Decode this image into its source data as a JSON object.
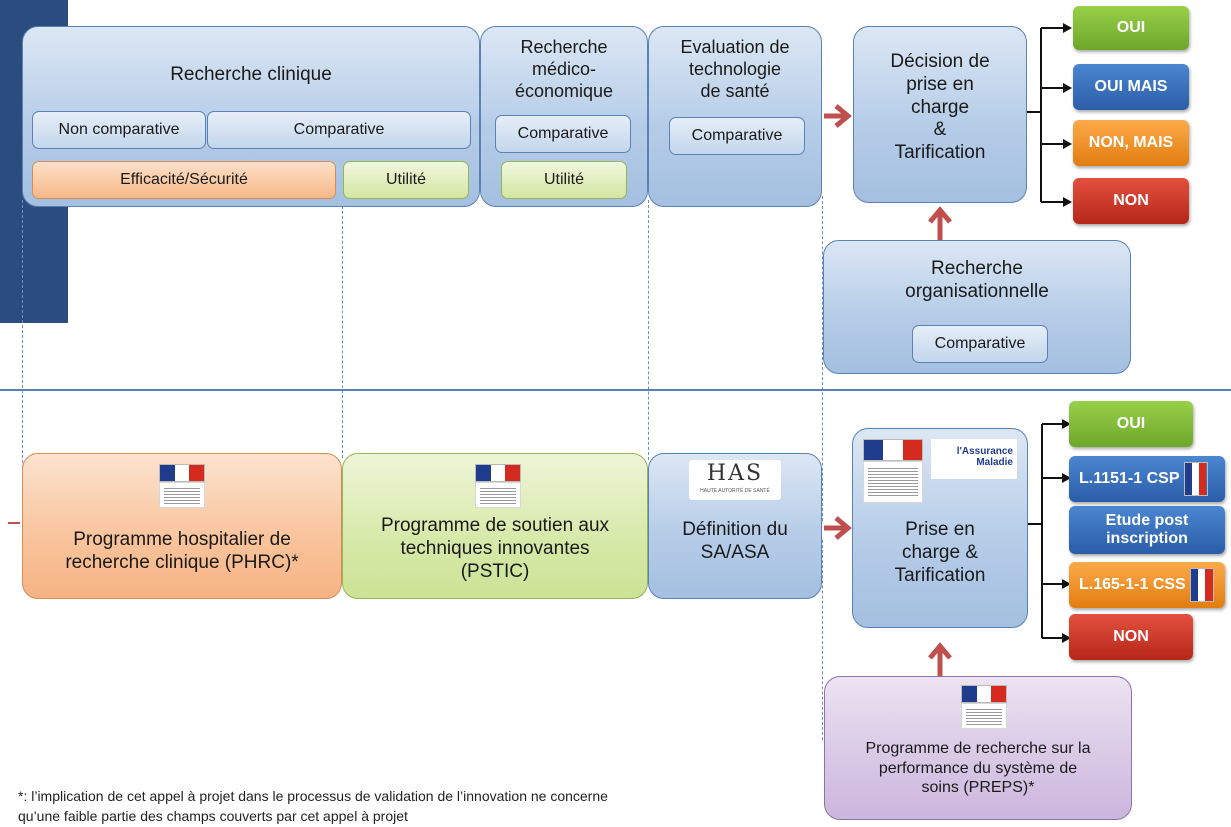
{
  "top": {
    "clinical": {
      "title": "Recherche clinique",
      "non_comparative": "Non comparative",
      "comparative": "Comparative",
      "efficacite": "Efficacité/Sécurité",
      "utilite": "Utilité"
    },
    "medico": {
      "title": "Recherche\nmédico-\néconomique",
      "comparative": "Comparative",
      "utilite": "Utilité"
    },
    "hta": {
      "title": "Evaluation de\ntechnologie\nde santé",
      "comparative": "Comparative"
    },
    "decision": {
      "title": "Décision de\nprise en\ncharge\n&\nTarification"
    },
    "organisational": {
      "title": "Recherche\norganisationnelle",
      "comparative": "Comparative"
    },
    "outcomes": [
      "OUI",
      "OUI MAIS",
      "NON, MAIS",
      "NON"
    ]
  },
  "bottom": {
    "phrc": {
      "title": "Programme hospitalier de\nrecherche clinique (PHRC)*"
    },
    "pstic": {
      "title": "Programme de soutien aux\ntechniques innovantes\n(PSTIC)"
    },
    "has": {
      "logo": "HAS",
      "logo_sub": "HAUTE AUTORITÉ DE SANTÉ",
      "title": "Définition du\nSA/ASA"
    },
    "prise": {
      "title": "Prise en\ncharge &\nTarification",
      "assurance_logo": "l'Assurance\nMaladie"
    },
    "preps": {
      "title": "Programme de recherche sur la\nperformance du système de\nsoins (PREPS)*"
    },
    "outcomes": {
      "oui": "OUI",
      "csp": "L.1151-1 CSP",
      "etude": "Etude post\ninscription",
      "css": "L.165-1-1 CSS",
      "non": "NON"
    }
  },
  "footnote": {
    "line1": "*: l’implication de cet appel à projet dans le processus de validation de l’innovation ne concerne",
    "line2": "qu’une faible partie des champs couverts par cet appel à projet"
  },
  "colors": {
    "arrow": "#c0504d",
    "navy": "#2b4c7e",
    "divider": "#5a7fb5"
  }
}
